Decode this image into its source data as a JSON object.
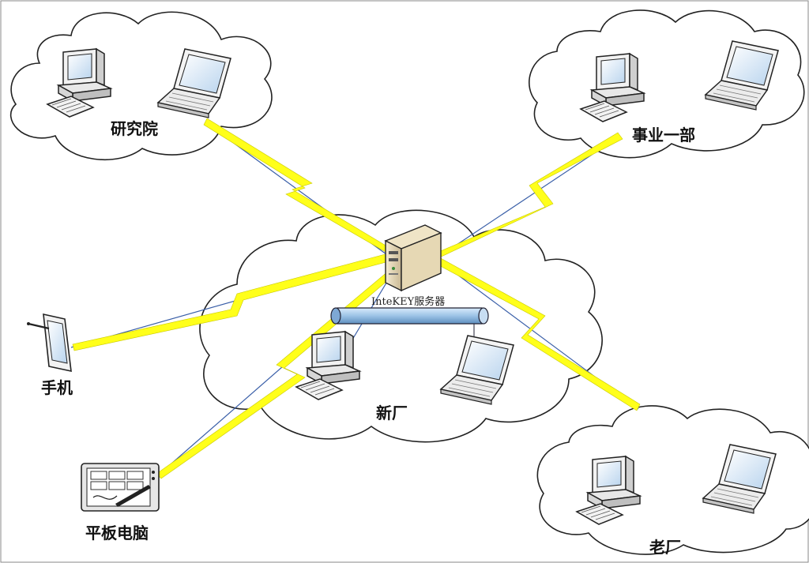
{
  "diagram": {
    "nodes": {
      "research": {
        "label": "研究院"
      },
      "division1": {
        "label": "事业一部"
      },
      "newfactory": {
        "label": "新厂"
      },
      "oldfactory": {
        "label": "老厂"
      },
      "phone": {
        "label": "手机"
      },
      "tablet": {
        "label": "平板电脑"
      },
      "server": {
        "label": "InteKEY服务器"
      }
    },
    "colors": {
      "cloud_stroke": "#222222",
      "lightning": "#ffff1a",
      "link_blue": "#3a5fa8",
      "pipe": "#8fb6dc"
    }
  }
}
